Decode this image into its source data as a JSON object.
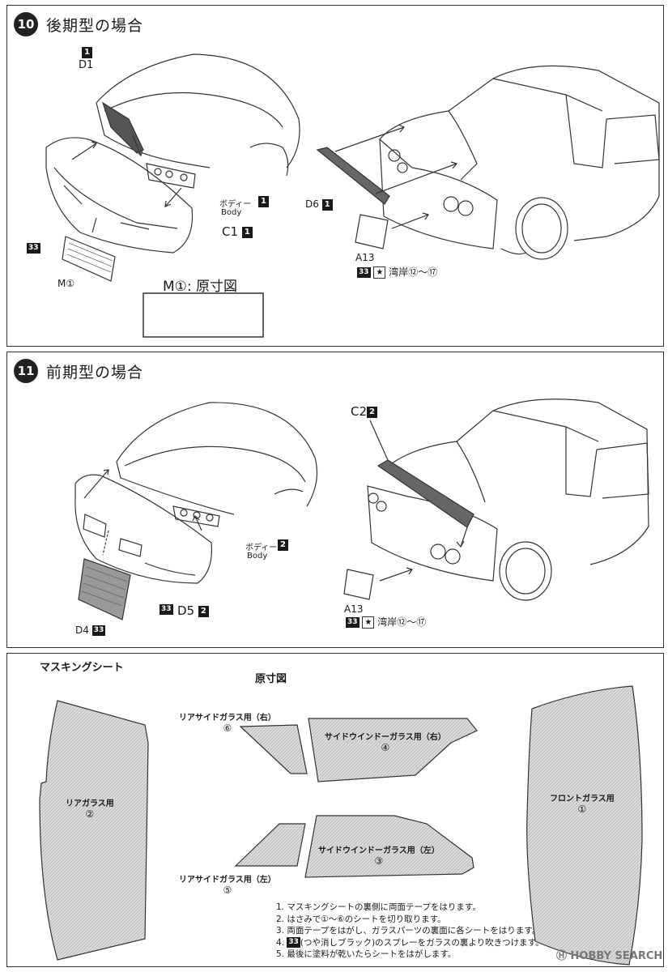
{
  "step10": {
    "number": "10",
    "title": "後期型の場合",
    "d1_num": "1",
    "d1_label": "D1",
    "body_jp": "ボディー",
    "body_en": "Body",
    "body_num": "1",
    "c1_label": "C1",
    "c1_num": "1",
    "paint33": "33",
    "m1_label": "M①",
    "d6_label": "D6",
    "d6_num": "1",
    "a13_label": "A13",
    "a13_paint": "33",
    "a13_note": "湾岸⑫～⑰",
    "template_title": "M①: 原寸図"
  },
  "step11": {
    "number": "11",
    "title": "前期型の場合",
    "c2_label": "C2",
    "c2_num": "2",
    "body_jp": "ボディー",
    "body_en": "Body",
    "body_num": "2",
    "paint33": "33",
    "d5_label": "D5",
    "d5_num": "2",
    "d4_label": "D4",
    "d4_paint": "33",
    "a13_label": "A13",
    "a13_paint": "33",
    "a13_note": "湾岸⑫～⑰"
  },
  "masking": {
    "title": "マスキングシート",
    "subtitle": "原寸図",
    "rear_glass": "リアガラス用",
    "rear_glass_num": "②",
    "front_glass": "フロントガラス用",
    "front_glass_num": "①",
    "rear_side_right": "リアサイドガラス用（右）",
    "rear_side_right_num": "⑥",
    "side_window_right": "サイドウインドーガラス用（右）",
    "side_window_right_num": "④",
    "side_window_left": "サイドウインドーガラス用（左）",
    "side_window_left_num": "③",
    "rear_side_left": "リアサイドガラス用（左）",
    "rear_side_left_num": "⑤",
    "notes": {
      "n1": "1. マスキングシートの裏側に両面テープをはります。",
      "n2": "2. はさみで①～⑥のシートを切り取ります。",
      "n3": "3. 両面テープをはがし、ガラスパーツの裏面に各シートをはります。",
      "n4_paint": "33",
      "n4": "(つや消しブラック)のスプレーをガラスの裏より吹きつけます。",
      "n5": "5. 最後に塗料が乾いたらシートをはがします。"
    }
  },
  "watermark": "HOBBY SEARCH"
}
